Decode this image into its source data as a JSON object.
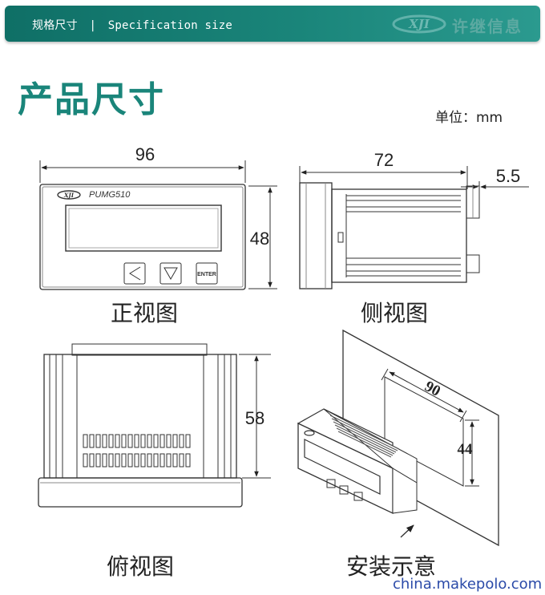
{
  "header": {
    "title": "规格尺寸",
    "separator": "|",
    "subtitle": "Specification size",
    "brand_name": "许继信息"
  },
  "section_title": "产品尺寸",
  "unit_label": "单位：mm",
  "front_view": {
    "caption": "正视图",
    "width_dim": "96",
    "height_dim": "48",
    "model_label": "PUMG510",
    "enter_label": "ENTER"
  },
  "side_view": {
    "caption": "侧视图",
    "depth_dim": "72",
    "terminal_dim": "5.5"
  },
  "top_view": {
    "caption": "俯视图",
    "height_dim": "58"
  },
  "install_view": {
    "caption": "安装示意",
    "cutout_width_dim": "90",
    "cutout_height_dim": "44"
  },
  "watermark": "china.makepolo.com",
  "colors": {
    "banner": "#1a857a",
    "title": "#1a857a",
    "watermark": "#2a4aa8"
  },
  "icons": [
    "brand-logo-icon",
    "left-arrow-button-icon",
    "down-arrow-button-icon",
    "direction-arrow-icon"
  ]
}
